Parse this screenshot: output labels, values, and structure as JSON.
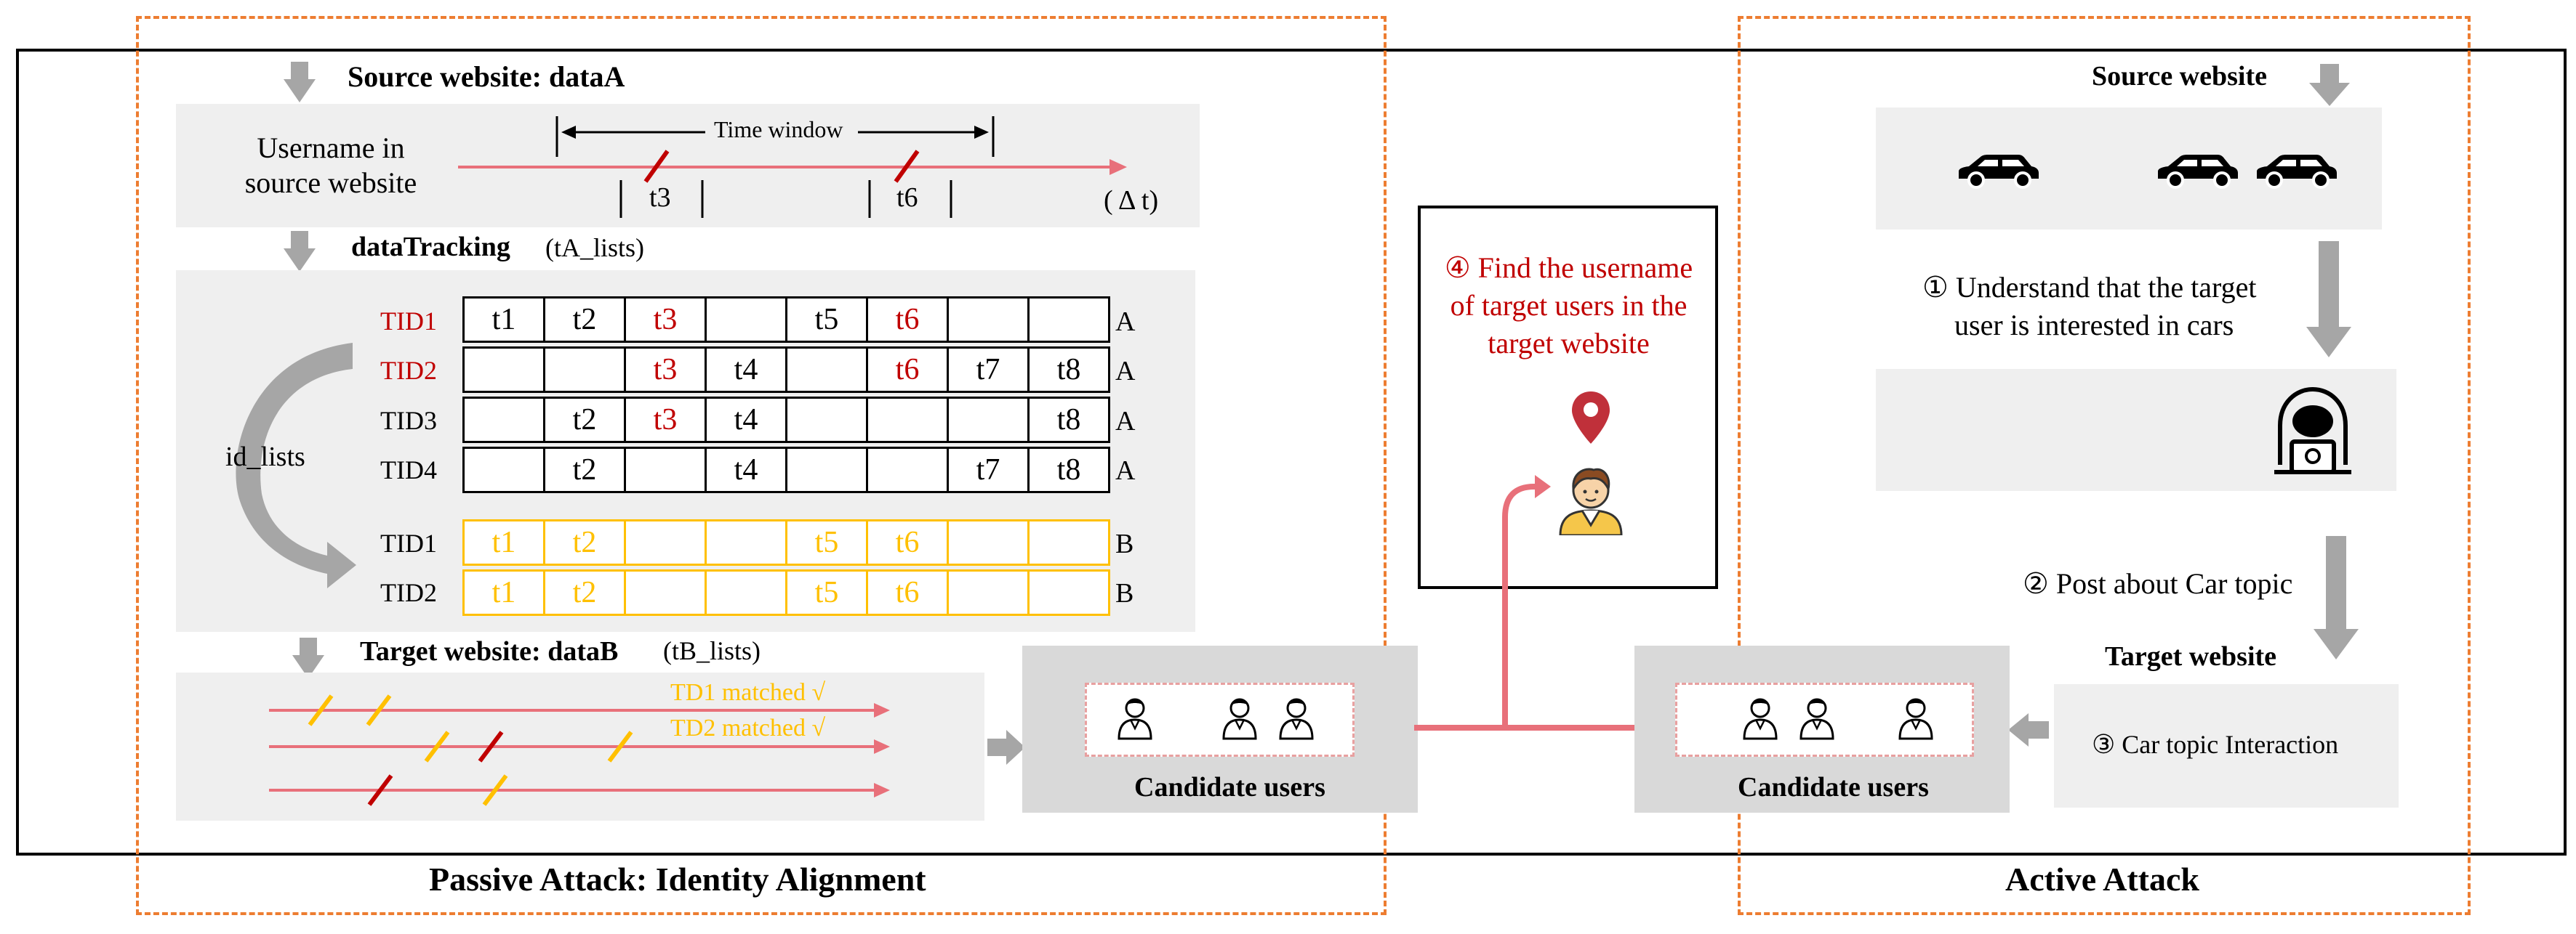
{
  "colors": {
    "accent_red": "#c00000",
    "arrow_red": "#e8707a",
    "yellow": "#ffc000",
    "orange_dash": "#ed7d31",
    "gray_arrow": "#a6a6a6",
    "panel_light": "#efefef",
    "panel_dark": "#d9d9d9"
  },
  "passive": {
    "title": "Passive Attack: Identity Alignment",
    "source_label": "Source website: dataA",
    "username_label_line1": "Username in",
    "username_label_line2": "source website",
    "time_window": "Time window",
    "timeline_marks": [
      "t3",
      "t6"
    ],
    "delta_t": "( Δ t)",
    "tracking_label": "dataTracking",
    "tracking_sub": "(tA_lists)",
    "id_lists": "id_lists",
    "rows_a": [
      {
        "tid": "TID1",
        "tid_red": true,
        "cells": [
          "t1",
          "t2",
          "t3",
          "",
          "t5",
          "t6",
          "",
          ""
        ],
        "red": [
          false,
          false,
          true,
          false,
          false,
          true,
          false,
          false
        ],
        "site": "A"
      },
      {
        "tid": "TID2",
        "tid_red": true,
        "cells": [
          "",
          "",
          "t3",
          "t4",
          "",
          "t6",
          "t7",
          "t8"
        ],
        "red": [
          false,
          false,
          true,
          false,
          false,
          true,
          false,
          false
        ],
        "site": "A"
      },
      {
        "tid": "TID3",
        "tid_red": false,
        "cells": [
          "",
          "t2",
          "t3",
          "t4",
          "",
          "",
          "",
          "t8"
        ],
        "red": [
          false,
          false,
          true,
          false,
          false,
          false,
          false,
          false
        ],
        "site": "A"
      },
      {
        "tid": "TID4",
        "tid_red": false,
        "cells": [
          "",
          "t2",
          "",
          "t4",
          "",
          "",
          "t7",
          "t8"
        ],
        "red": [
          false,
          false,
          false,
          false,
          false,
          false,
          false,
          false
        ],
        "site": "A"
      }
    ],
    "rows_b": [
      {
        "tid": "TID1",
        "cells": [
          "t1",
          "t2",
          "",
          "",
          "t5",
          "t6",
          "",
          ""
        ],
        "site": "B"
      },
      {
        "tid": "TID2",
        "cells": [
          "t1",
          "t2",
          "",
          "",
          "t5",
          "t6",
          "",
          ""
        ],
        "site": "B"
      }
    ],
    "target_label": "Target website: dataB",
    "target_sub": "(tB_lists)",
    "matched_1": "TD1 matched  √",
    "matched_2": "TD2 matched  √",
    "candidate_users": "Candidate users"
  },
  "center": {
    "find_line1": "④ Find the username",
    "find_line2": "of target users in the",
    "find_line3": "target website"
  },
  "active": {
    "title": "Active Attack",
    "source_label": "Source website",
    "understand_line1": "① Understand that the target",
    "understand_line2": "user is interested in cars",
    "post_label": "② Post about Car topic",
    "target_label": "Target website",
    "interaction": "③ Car topic Interaction",
    "candidate_users": "Candidate users"
  }
}
